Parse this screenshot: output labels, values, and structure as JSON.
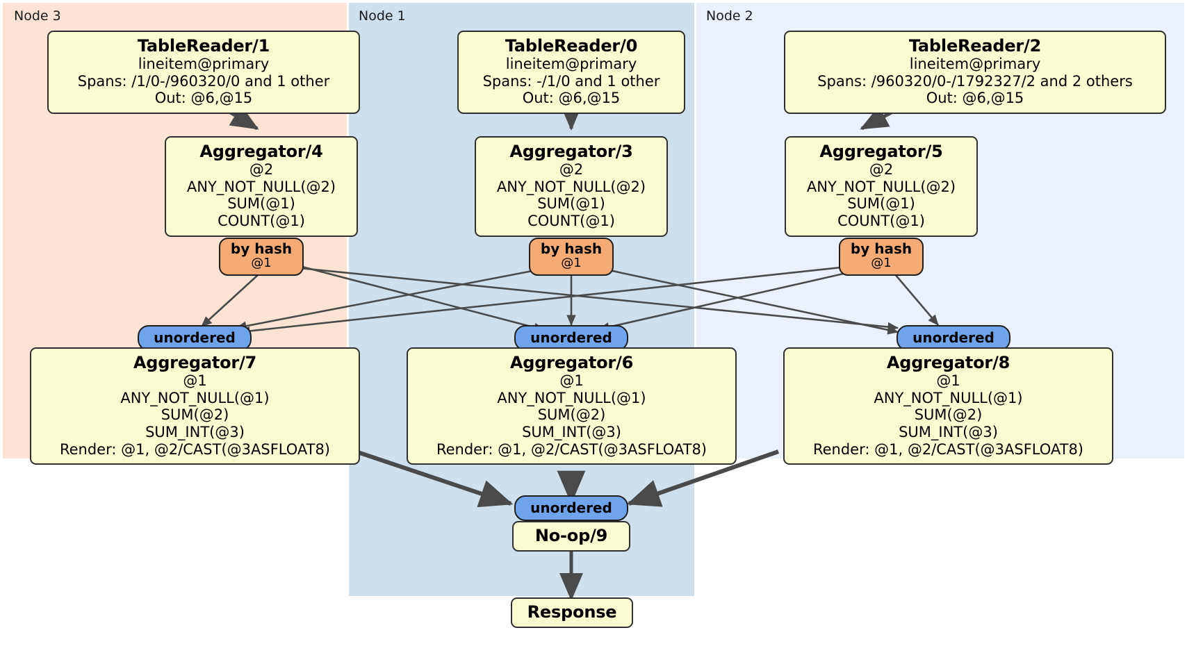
{
  "diagram": {
    "type": "distributed-query-plan",
    "colors": {
      "node3_panel": "#fce3d4",
      "node1_panel": "#cfdfeb",
      "node2_panel": "#eaf1fb",
      "processor_fill": "#fbfbd2",
      "processor_border": "#2f2f2f",
      "hash_badge": "#f7ab74",
      "unordered_badge": "#6fa3ec",
      "edge": "#4a4a4a"
    }
  },
  "nodes": [
    {
      "id": "node3",
      "label": "Node 3"
    },
    {
      "id": "node1",
      "label": "Node 1"
    },
    {
      "id": "node2",
      "label": "Node 2"
    }
  ],
  "processors": {
    "tablereader1": {
      "title": "TableReader/1",
      "lines": [
        "lineitem@primary",
        "Spans: /1/0-/960320/0 and 1 other",
        "Out: @6,@15"
      ]
    },
    "tablereader0": {
      "title": "TableReader/0",
      "lines": [
        "lineitem@primary",
        "Spans: -/1/0 and 1 other",
        "Out: @6,@15"
      ]
    },
    "tablereader2": {
      "title": "TableReader/2",
      "lines": [
        "lineitem@primary",
        "Spans: /960320/0-/1792327/2 and 2 others",
        "Out: @6,@15"
      ]
    },
    "aggregator4": {
      "title": "Aggregator/4",
      "lines": [
        "@2",
        "ANY_NOT_NULL(@2)",
        "SUM(@1)",
        "COUNT(@1)"
      ]
    },
    "aggregator3": {
      "title": "Aggregator/3",
      "lines": [
        "@2",
        "ANY_NOT_NULL(@2)",
        "SUM(@1)",
        "COUNT(@1)"
      ]
    },
    "aggregator5": {
      "title": "Aggregator/5",
      "lines": [
        "@2",
        "ANY_NOT_NULL(@2)",
        "SUM(@1)",
        "COUNT(@1)"
      ]
    },
    "aggregator7": {
      "title": "Aggregator/7",
      "lines": [
        "@1",
        "ANY_NOT_NULL(@1)",
        "SUM(@2)",
        "SUM_INT(@3)",
        "Render: @1, @2/CAST(@3ASFLOAT8)"
      ]
    },
    "aggregator6": {
      "title": "Aggregator/6",
      "lines": [
        "@1",
        "ANY_NOT_NULL(@1)",
        "SUM(@2)",
        "SUM_INT(@3)",
        "Render: @1, @2/CAST(@3ASFLOAT8)"
      ]
    },
    "aggregator8": {
      "title": "Aggregator/8",
      "lines": [
        "@1",
        "ANY_NOT_NULL(@1)",
        "SUM(@2)",
        "SUM_INT(@3)",
        "Render: @1, @2/CAST(@3ASFLOAT8)"
      ]
    },
    "noop9": {
      "title": "No-op/9",
      "lines": []
    },
    "response": {
      "title": "Response",
      "lines": []
    }
  },
  "badges": {
    "hash_left": {
      "label": "by hash",
      "sub": "@1"
    },
    "hash_center": {
      "label": "by hash",
      "sub": "@1"
    },
    "hash_right": {
      "label": "by hash",
      "sub": "@1"
    },
    "unordered_left": {
      "label": "unordered"
    },
    "unordered_center": {
      "label": "unordered"
    },
    "unordered_right": {
      "label": "unordered"
    },
    "unordered_final": {
      "label": "unordered"
    }
  }
}
